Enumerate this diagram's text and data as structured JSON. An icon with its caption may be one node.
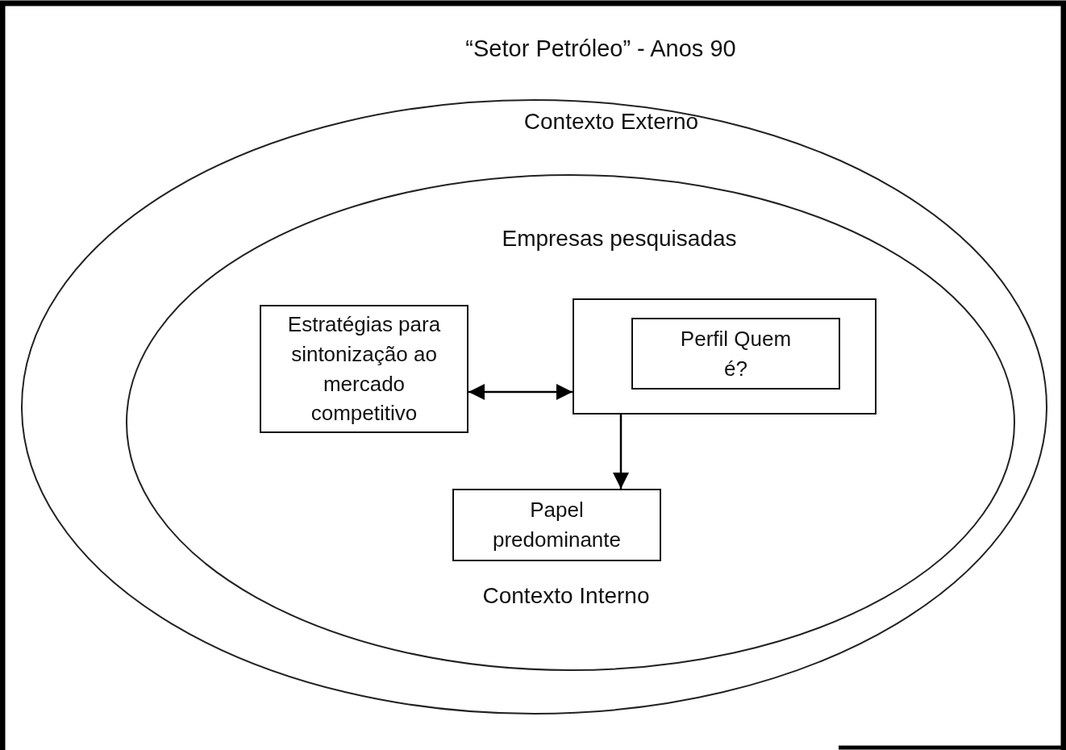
{
  "diagram": {
    "title": "“Setor Petróleo” - Anos 90",
    "nodes": [
      {
        "text": [
          "Contexto Externo"
        ]
      },
      {
        "text": [
          "Empresas pesquisadas",
          "Contexto Interno"
        ],
        "in": 0
      },
      {
        "text": [
          "Estratégias para sintonização ao mercado competitivo"
        ],
        "in": 1
      },
      {
        "text": [],
        "shape": "box",
        "in": 1
      },
      {
        "text": [
          "Perfil Quem é?"
        ],
        "in": 3
      },
      {
        "text": [
          "Papel predominante"
        ],
        "in": 1
      }
    ],
    "edges": [
      {
        "from": 2,
        "to": 3,
        "arrow": "both"
      },
      {
        "from": 3,
        "to": 5,
        "arrow": "to"
      }
    ]
  }
}
